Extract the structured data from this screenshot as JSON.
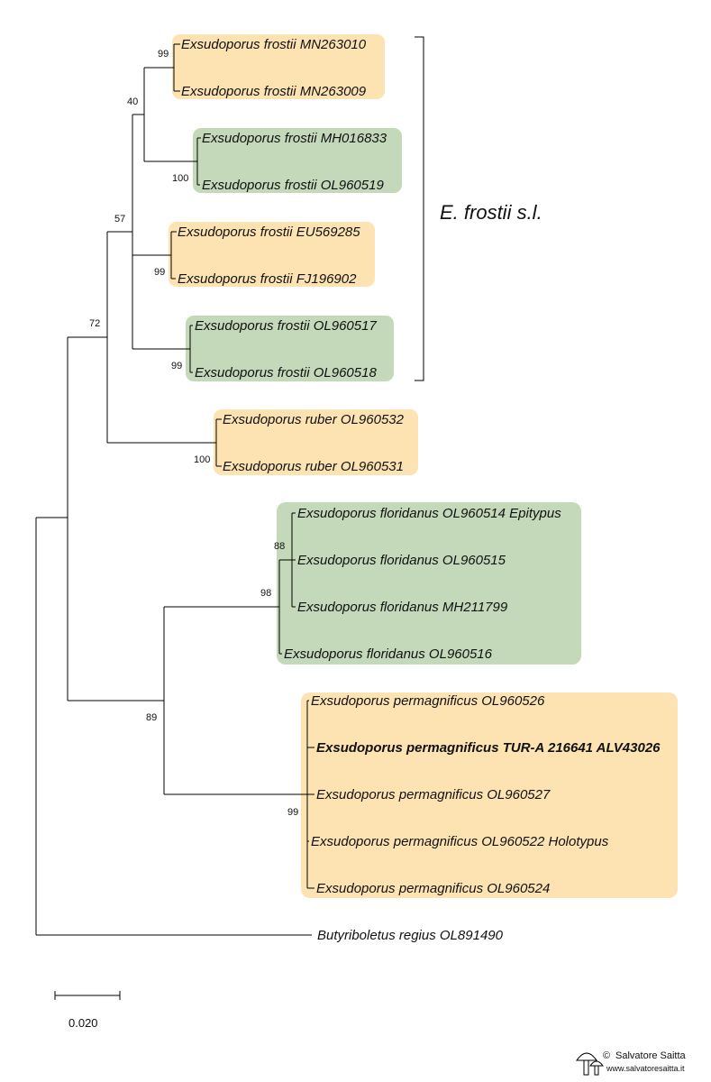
{
  "colors": {
    "orange": "#FDE3B1",
    "green": "#C3D9B9"
  },
  "taxa": {
    "t1": "Exsudoporus frostii MN263010",
    "t2": "Exsudoporus frostii MN263009",
    "t3": "Exsudoporus frostii MH016833",
    "t4": "Exsudoporus frostii OL960519",
    "t5": "Exsudoporus frostii EU569285",
    "t6": "Exsudoporus frostii FJ196902",
    "t7": "Exsudoporus frostii OL960517",
    "t8": "Exsudoporus frostii OL960518",
    "t9": "Exsudoporus ruber OL960532",
    "t10": "Exsudoporus ruber OL960531",
    "t11": "Exsudoporus floridanus OL960514 Epitypus",
    "t12": "Exsudoporus floridanus OL960515",
    "t13": "Exsudoporus floridanus MH211799",
    "t14": "Exsudoporus floridanus OL960516",
    "t15": "Exsudoporus permagnificus OL960526",
    "t16": "Exsudoporus permagnificus TUR-A 216641 ALV43026",
    "t17": "Exsudoporus permagnificus OL960527",
    "t18": "Exsudoporus permagnificus OL960522 Holotypus",
    "t19": "Exsudoporus permagnificus OL960524",
    "t20": "Butyriboletus regius OL891490"
  },
  "support": {
    "n_mn": "99",
    "n_f40": "40",
    "n_mh": "100",
    "n_57": "57",
    "n_eu": "99",
    "n_ol": "99",
    "n_72": "72",
    "n_ruber": "100",
    "n_88": "88",
    "n_98": "98",
    "n_89": "89",
    "n_perm": "99"
  },
  "clade_label": "E. frostii s.l.",
  "scale_bar": {
    "label": "0.020",
    "value": 0.02
  },
  "watermark": {
    "name": "Salvatore Saitta",
    "url": "www.salvatoresaitta.it",
    "symbol": "©"
  }
}
